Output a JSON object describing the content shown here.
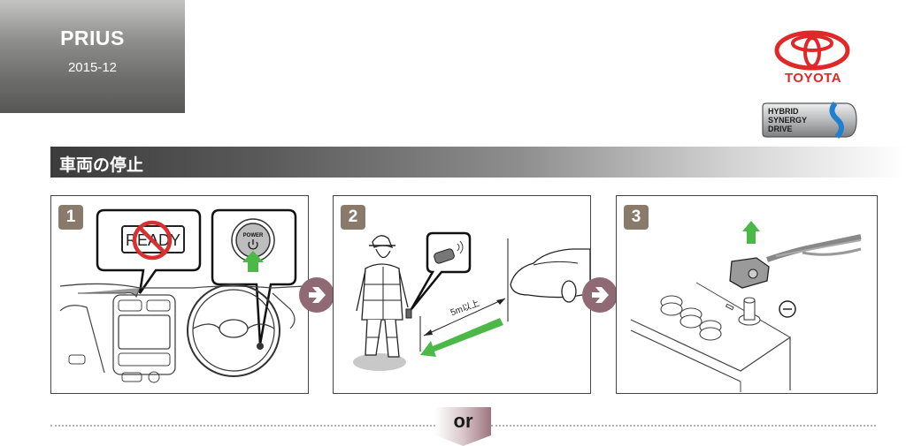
{
  "header": {
    "model_name": "PRIUS",
    "model_date": "2015-12",
    "brand": "TOYOTA",
    "badge": [
      "HYBRID",
      "SYNERGY",
      "DRIVE"
    ]
  },
  "section": {
    "title": "車両の停止"
  },
  "steps": [
    {
      "number": "1",
      "display_text": "READY",
      "button_label": "POWER",
      "icons": [
        "prohibited-icon",
        "power-icon",
        "up-arrow-icon"
      ]
    },
    {
      "number": "2",
      "distance_label": "5m以上",
      "icons": [
        "smart-key-icon",
        "distance-arrow-icon",
        "move-away-arrow-icon"
      ]
    },
    {
      "number": "3",
      "terminal_label": "⊖",
      "icons": [
        "battery-terminal-icon",
        "up-arrow-icon"
      ]
    }
  ],
  "separator": {
    "label": "or"
  },
  "colors": {
    "brand_red": "#e02828",
    "step_badge": "#8a7a6c",
    "next_arrow": "#8f6a74",
    "green_arrow": "#4cb848"
  }
}
